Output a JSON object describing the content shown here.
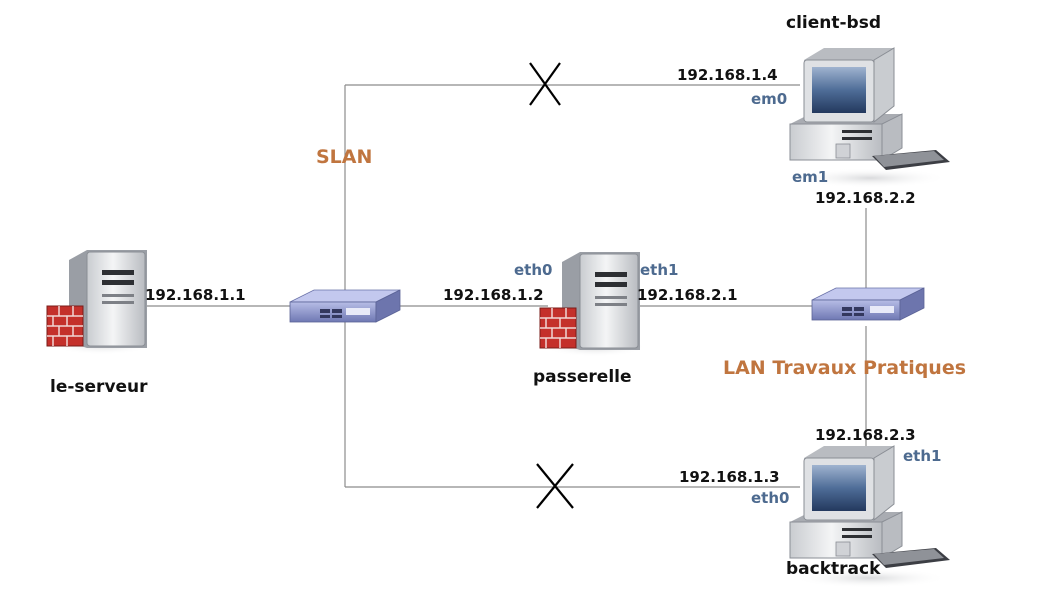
{
  "colors": {
    "network_label": "#c0753f",
    "interface_label": "#4d6a8f",
    "ip_label": "#111111",
    "wire": "#8c8c8c",
    "switch_body": "#8f97c9",
    "firewall_brick": "#c4302b"
  },
  "networks": {
    "slan": "SLAN",
    "lan_tp": "LAN Travaux Pratiques"
  },
  "hosts": {
    "le_serveur": {
      "name": "le-serveur",
      "icon": "server-firewall-icon",
      "ip": "192.168.1.1"
    },
    "passerelle": {
      "name": "passerelle",
      "icon": "server-firewall-icon",
      "if_slan": "eth0",
      "ip_slan": "192.168.1.2",
      "if_lan": "eth1",
      "ip_lan": "192.168.2.1"
    },
    "client_bsd": {
      "name": "client-bsd",
      "icon": "desktop-computer-icon",
      "if_slan": "em0",
      "ip_slan": "192.168.1.4",
      "if_lan": "em1",
      "ip_lan": "192.168.2.2"
    },
    "backtrack": {
      "name": "backtrack",
      "icon": "desktop-computer-icon",
      "if_slan": "eth0",
      "ip_slan": "192.168.1.3",
      "if_lan": "eth1",
      "ip_lan": "192.168.2.3"
    }
  },
  "switches": {
    "slan_switch": "network-switch-icon",
    "lan_switch": "network-switch-icon"
  },
  "cut_links": [
    "client-bsd em0",
    "backtrack eth0"
  ]
}
